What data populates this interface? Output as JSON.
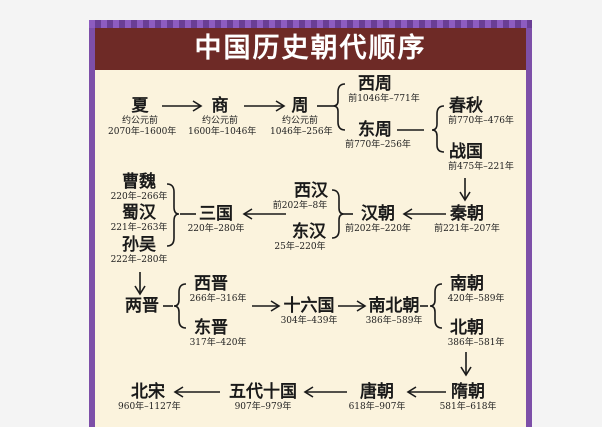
{
  "title": "中国历史朝代顺序",
  "dynasties": {
    "xia": {
      "name": "夏",
      "note": "约公元前",
      "years": "2070年–1600年"
    },
    "shang": {
      "name": "商",
      "note": "约公元前",
      "years": "1600年–1046年"
    },
    "zhou": {
      "name": "周",
      "note": "约公元前",
      "years": "1046年–256年"
    },
    "xizhou": {
      "name": "西周",
      "years": "前1046年–771年"
    },
    "dongzhou": {
      "name": "东周",
      "years": "前770年–256年"
    },
    "chunqiu": {
      "name": "春秋",
      "years": "前770年–476年"
    },
    "zhanguo": {
      "name": "战国",
      "years": "前475年–221年"
    },
    "qin": {
      "name": "秦朝",
      "years": "前221年–207年"
    },
    "han": {
      "name": "汉朝",
      "years": "前202年–220年"
    },
    "xihan": {
      "name": "西汉",
      "years": "前202年–8年"
    },
    "donghan": {
      "name": "东汉",
      "years": "25年–220年"
    },
    "sanguo": {
      "name": "三国",
      "years": "220年–280年"
    },
    "caowei": {
      "name": "曹魏",
      "years": "220年–266年"
    },
    "shuhan": {
      "name": "蜀汉",
      "years": "221年–263年"
    },
    "sunwu": {
      "name": "孙吴",
      "years": "222年–280年"
    },
    "liangjin": {
      "name": "两晋"
    },
    "xijin": {
      "name": "西晋",
      "years": "266年–316年"
    },
    "dongjin": {
      "name": "东晋",
      "years": "317年–420年"
    },
    "shiliuguo": {
      "name": "十六国",
      "years": "304年–439年"
    },
    "nanbeichao": {
      "name": "南北朝",
      "years": "386年–589年"
    },
    "nanchao": {
      "name": "南朝",
      "years": "420年–589年"
    },
    "beichao": {
      "name": "北朝",
      "years": "386年–581年"
    },
    "sui": {
      "name": "隋朝",
      "years": "581年–618年"
    },
    "tang": {
      "name": "唐朝",
      "years": "618年–907年"
    },
    "wudai": {
      "name": "五代十国",
      "years": "907年–979年"
    },
    "beisong": {
      "name": "北宋",
      "years": "960年–1127年"
    }
  }
}
